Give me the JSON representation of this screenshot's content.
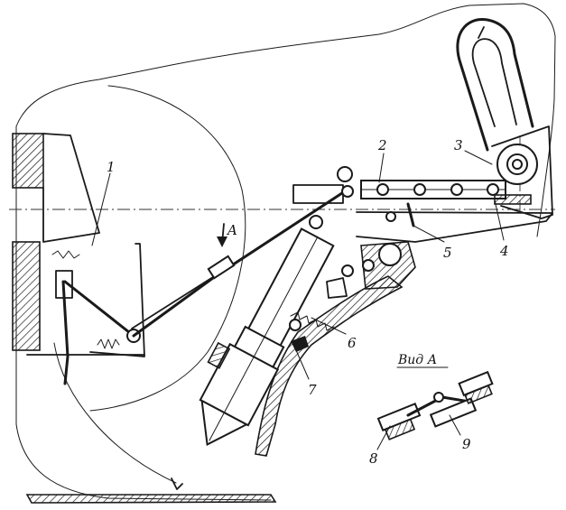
{
  "labels": {
    "l1": "1",
    "l2": "2",
    "l3": "3",
    "l4": "4",
    "l5": "5",
    "l6": "6",
    "l7": "7",
    "l8": "8",
    "l9": "9",
    "arrow_a": "A",
    "view_a": "Вид А"
  }
}
